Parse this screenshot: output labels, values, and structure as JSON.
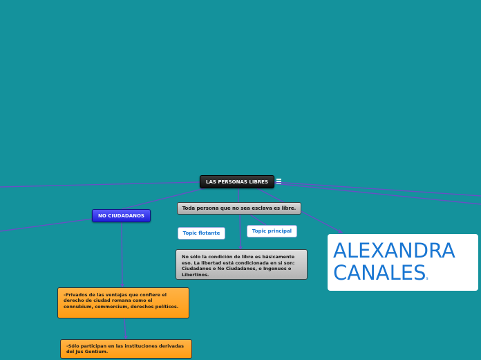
{
  "mindmap": {
    "root": "LAS PERSONAS LIBRES",
    "no_ciudadanos": "NO CIUDADANOS",
    "toda_persona": "Toda persona que no sea esclava es libre.",
    "topic_flotante": "Topic flotante",
    "topic_principal": "Topic principal",
    "no_solo": "No sólo la condición de libre es básicamente eso. La libertad está condicionada en si son: Ciudadanos o No Ciudadanos, o Ingenuos o Libertinos.",
    "privados": "-Privados de las ventajas que confiere el derecho de ciudad romana como el connubium, commercium, derechos políticos.",
    "solo_participan": "-Sólo participan en las instituciones derivadas del Jus Gentium.",
    "author_name": "ALEXANDRA CANALES",
    "author_suffix": "s"
  },
  "colors": {
    "background": "#14929c",
    "link_line": "#6a4fc4",
    "root_fill": "#1a1a1a",
    "no_ciudadanos_fill": "#2f2fe8",
    "orange_fill": "#ff9c12",
    "gray_fill": "#c8c8c8",
    "blue_text": "#1976d2"
  },
  "icons": {
    "root_menu": "menu-icon"
  }
}
